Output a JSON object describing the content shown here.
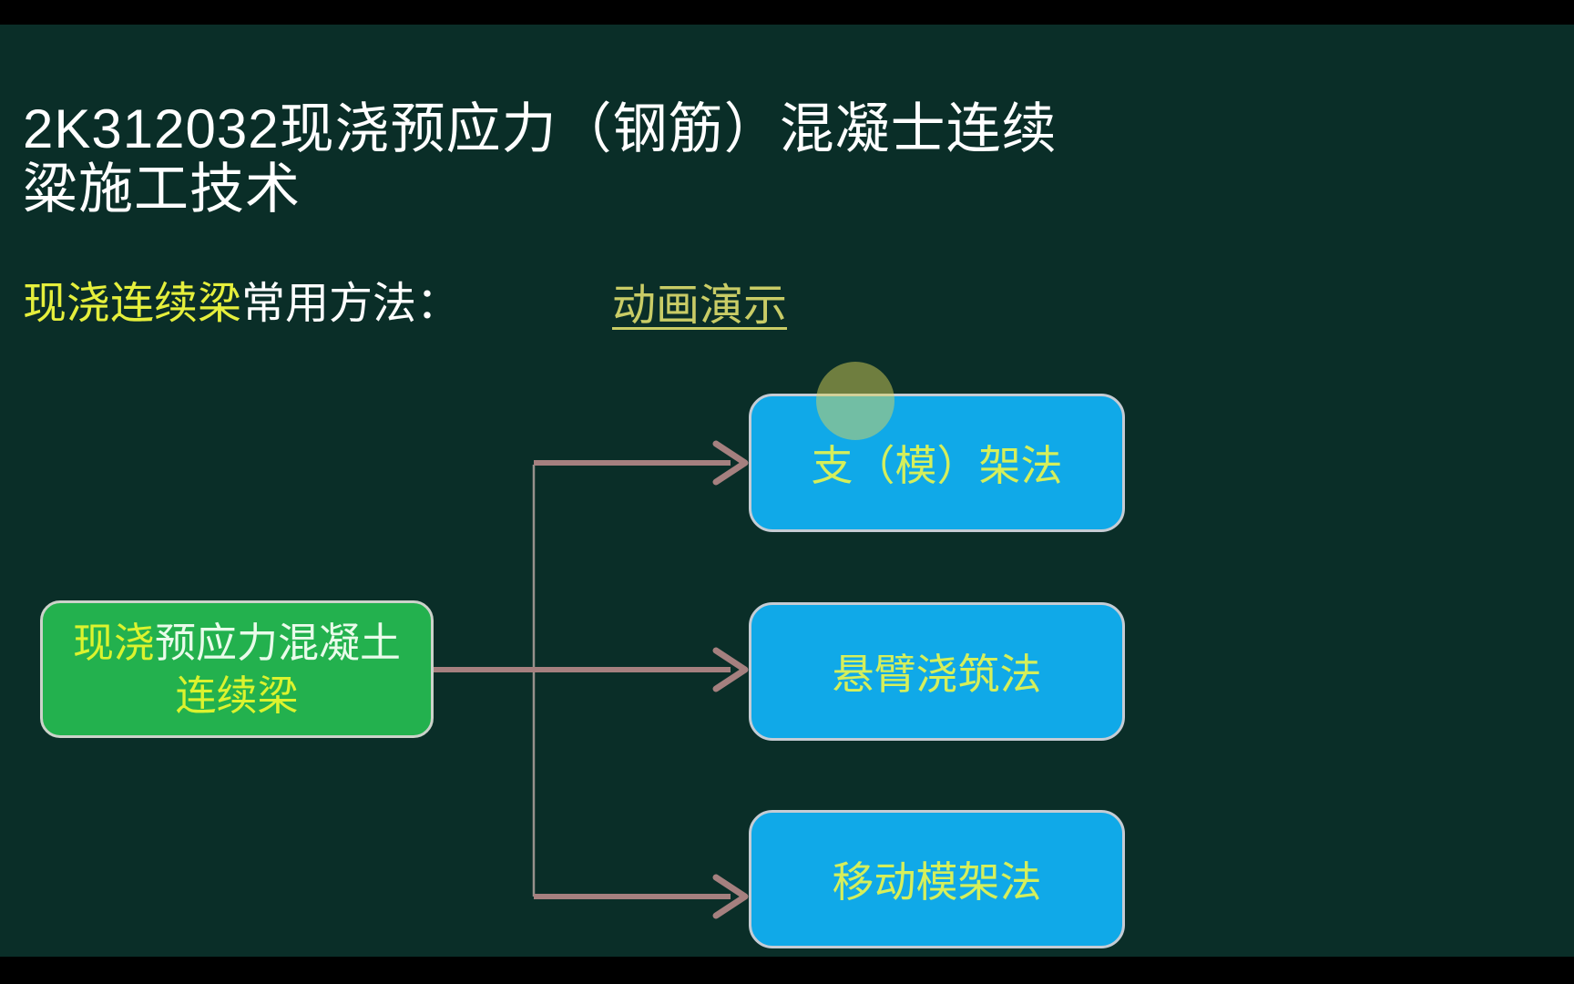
{
  "slide": {
    "title_line1": "2K312032现浇预应力（钢筋）混凝士连续",
    "title_line2": "粱施工技术",
    "subtitle": {
      "highlight": "现浇连续梁",
      "rest": "常用方法：",
      "link_label": "动画演示"
    },
    "diagram": {
      "root_box": {
        "line1_highlight": "现浇",
        "line1_rest": "预应力混凝土",
        "line2": "连续梁"
      },
      "methods": [
        {
          "label": "支（模）架法"
        },
        {
          "label": "悬臂浇筑法"
        },
        {
          "label": "移动模架法"
        }
      ]
    },
    "colors": {
      "background": "#0a2e28",
      "letterbox": "#000000",
      "title_text": "#ffffff",
      "highlight_yellow": "#e5ef3c",
      "link_yellow": "#c9cc66",
      "green_box": "#23b14e",
      "blue_box": "#10a9e8",
      "box_label_yellow": "#d5ef5b",
      "green_box_pale_text": "#e9fbea",
      "arrow": "#a5807f",
      "connector_line": "#96918c",
      "pointer_circle": "#ded65a"
    }
  }
}
